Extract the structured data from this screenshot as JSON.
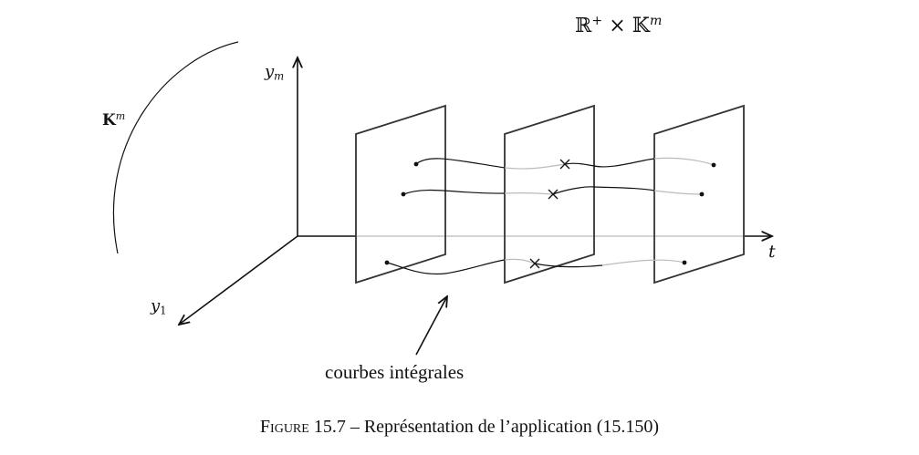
{
  "space_label": {
    "main": "ℝ",
    "sup1": "+",
    "times": " × ",
    "second": "𝕂",
    "sup2": "m"
  },
  "k_label": {
    "main": "K",
    "sup": "m"
  },
  "axes": {
    "ym": {
      "main": "y",
      "sub": "m"
    },
    "y1": {
      "main": "y",
      "sub": "1"
    },
    "t": "t"
  },
  "annotation": "courbes intégrales",
  "caption": {
    "prefix_first": "F",
    "prefix_rest": "igure",
    "number": " 15.7 – ",
    "text": "Représentation de l’application (15.150)"
  }
}
